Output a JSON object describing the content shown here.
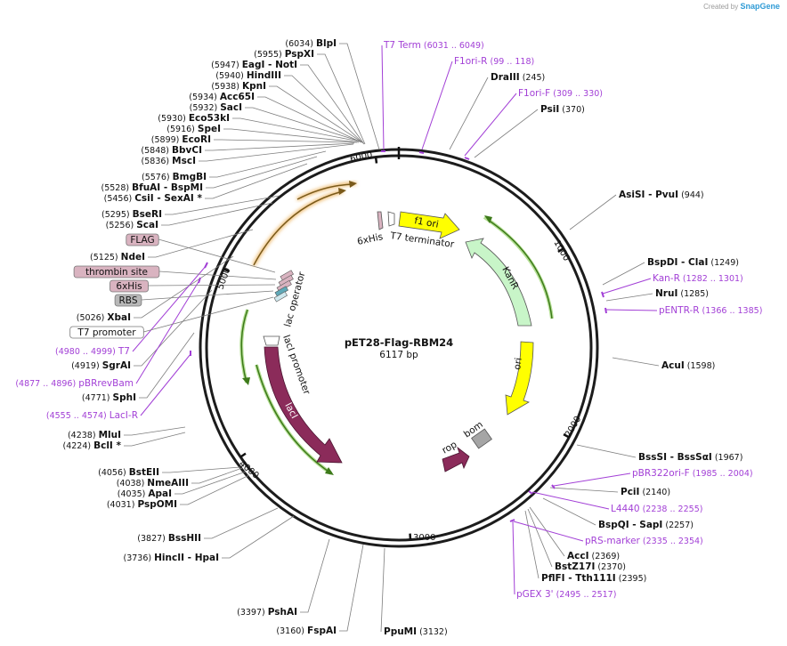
{
  "brand": {
    "created_by": "Created by",
    "logo": "SnapGene"
  },
  "plasmid": {
    "name": "pET28-Flag-RBM24",
    "size_label": "6117 bp"
  },
  "colors": {
    "primer": "#a23fd6",
    "arrow_orange": "#e8a33c",
    "arrow_green": "#6cbf2c",
    "f1_ori": "#ffff00",
    "kanr": "#c8f5c8",
    "ori": "#ffff00",
    "laci": "#8b2b5a",
    "flag_box": "#d9b3c0",
    "thrombin_box": "#d9b3c0",
    "his_box": "#d9b3c0",
    "rbs_box": "#b8b8b8"
  },
  "tick_labels": [
    {
      "label": "1000",
      "bp": 1000
    },
    {
      "label": "2000",
      "bp": 2000
    },
    {
      "label": "3000",
      "bp": 3000
    },
    {
      "label": "4000",
      "bp": 4000
    },
    {
      "label": "5000",
      "bp": 5000
    },
    {
      "label": "6000",
      "bp": 6000
    }
  ],
  "enzymes_left": [
    {
      "pos": "(6034)",
      "name": "BlpI"
    },
    {
      "pos": "(5955)",
      "name": "PspXI"
    },
    {
      "pos": "(5947)",
      "name": "EagI   - NotI"
    },
    {
      "pos": "(5940)",
      "name": "HindIII"
    },
    {
      "pos": "(5938)",
      "name": "KpnI"
    },
    {
      "pos": "(5934)",
      "name": "Acc65I"
    },
    {
      "pos": "(5932)",
      "name": "SacI"
    },
    {
      "pos": "(5930)",
      "name": "Eco53kI"
    },
    {
      "pos": "(5916)",
      "name": "SpeI"
    },
    {
      "pos": "(5899)",
      "name": "EcoRI"
    },
    {
      "pos": "(5848)",
      "name": "BbvCI"
    },
    {
      "pos": "(5836)",
      "name": "MscI"
    },
    {
      "pos": "(5576)",
      "name": "BmgBI"
    },
    {
      "pos": "(5528)",
      "name": "BfuAI  - BspMI"
    },
    {
      "pos": "(5456)",
      "name": "CsiI  - SexAI *"
    },
    {
      "pos": "(5295)",
      "name": "BseRI"
    },
    {
      "pos": "(5256)",
      "name": "ScaI"
    },
    {
      "pos": "(5125)",
      "name": "NdeI"
    },
    {
      "pos": "(5026)",
      "name": "XbaI"
    },
    {
      "pos": "(4919)",
      "name": "SgrAI"
    },
    {
      "pos": "(4771)",
      "name": "SphI"
    },
    {
      "pos": "(4238)",
      "name": "MluI"
    },
    {
      "pos": "(4224)",
      "name": "BclI *"
    },
    {
      "pos": "(4056)",
      "name": "BstEII"
    },
    {
      "pos": "(4038)",
      "name": "NmeAIII"
    },
    {
      "pos": "(4035)",
      "name": "ApaI"
    },
    {
      "pos": "(4031)",
      "name": "PspOMI"
    },
    {
      "pos": "(3827)",
      "name": "BssHII"
    },
    {
      "pos": "(3736)",
      "name": "HincII  - HpaI"
    },
    {
      "pos": "(3397)",
      "name": "PshAI"
    },
    {
      "pos": "(3160)",
      "name": "FspAI"
    }
  ],
  "enzymes_right": [
    {
      "name": "DraIII",
      "pos": "(245)"
    },
    {
      "name": "PsiI",
      "pos": "(370)"
    },
    {
      "name": "AsiSI  - PvuI",
      "pos": "(944)"
    },
    {
      "name": "BspDI  - ClaI",
      "pos": "(1249)"
    },
    {
      "name": "NruI",
      "pos": "(1285)"
    },
    {
      "name": "AcuI",
      "pos": "(1598)"
    },
    {
      "name": "BssSI  - BssSαI",
      "pos": "(1967)"
    },
    {
      "name": "PciI",
      "pos": "(2140)"
    },
    {
      "name": "BspQI  - SapI",
      "pos": "(2257)"
    },
    {
      "name": "AccI",
      "pos": "(2369)"
    },
    {
      "name": "BstZ17I",
      "pos": "(2370)"
    },
    {
      "name": "PflFI  - Tth111I",
      "pos": "(2395)"
    },
    {
      "name": "PpuMI",
      "pos": "(3132)"
    }
  ],
  "primers_right": [
    {
      "name": "T7 Term",
      "range": "(6031 .. 6049)"
    },
    {
      "name": "F1ori-R",
      "range": "(99 .. 118)"
    },
    {
      "name": "F1ori-F",
      "range": "(309 .. 330)"
    },
    {
      "name": "Kan-R",
      "range": "(1282 .. 1301)"
    },
    {
      "name": "pENTR-R",
      "range": "(1366 .. 1385)"
    },
    {
      "name": "pBR322ori-F",
      "range": "(1985 .. 2004)"
    },
    {
      "name": "L4440",
      "range": "(2238 .. 2255)"
    },
    {
      "name": "pRS-marker",
      "range": "(2335 .. 2354)"
    },
    {
      "name": "pGEX 3'",
      "range": "(2495 .. 2517)"
    }
  ],
  "primers_left": [
    {
      "range": "(4980 .. 4999)",
      "name": "T7"
    },
    {
      "range": "(4877 .. 4896)",
      "name": "pBRrevBam"
    },
    {
      "range": "(4555 .. 4574)",
      "name": "LacI-R"
    }
  ],
  "feature_boxes": [
    {
      "label": "FLAG",
      "kind": "flag_box"
    },
    {
      "label": "thrombin site",
      "kind": "thrombin_box"
    },
    {
      "label": "6xHis",
      "kind": "his_box"
    },
    {
      "label": "RBS",
      "kind": "rbs_box"
    },
    {
      "label": "T7 promoter",
      "kind": "plain"
    }
  ],
  "inner_features": {
    "f1_ori": "f1 ori",
    "kanr": "KanR",
    "ori": "ori",
    "laci": "lacI",
    "laci_promoter": "lacI promoter",
    "lac_operator": "lac operator",
    "rop": "rop",
    "bom": "bom",
    "his6": "6xHis",
    "t7_terminator": "T7 terminator"
  }
}
